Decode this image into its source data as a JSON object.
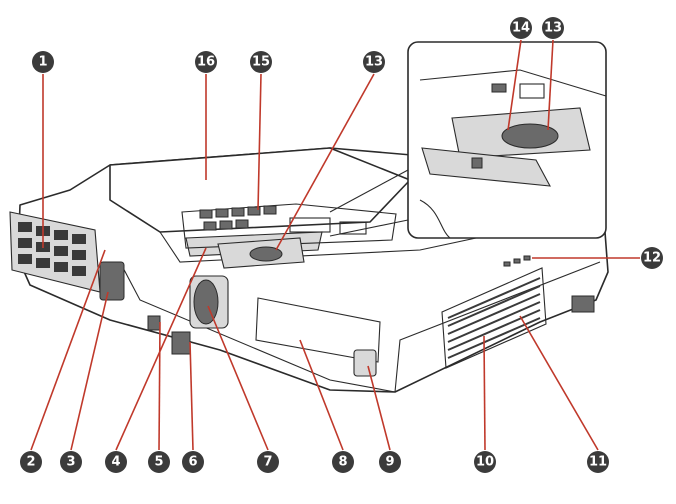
{
  "callouts": [
    {
      "number": "1"
    },
    {
      "number": "2"
    },
    {
      "number": "3"
    },
    {
      "number": "4"
    },
    {
      "number": "5"
    },
    {
      "number": "6"
    },
    {
      "number": "7"
    },
    {
      "number": "8"
    },
    {
      "number": "9"
    },
    {
      "number": "10"
    },
    {
      "number": "11"
    },
    {
      "number": "12"
    },
    {
      "number": "13"
    },
    {
      "number": "14"
    },
    {
      "number": "15"
    },
    {
      "number": "16"
    },
    {
      "number": "13"
    }
  ],
  "colors": {
    "leader": "#c0392b",
    "badge": "#3b3b3b",
    "line": "#2b2b2b"
  }
}
